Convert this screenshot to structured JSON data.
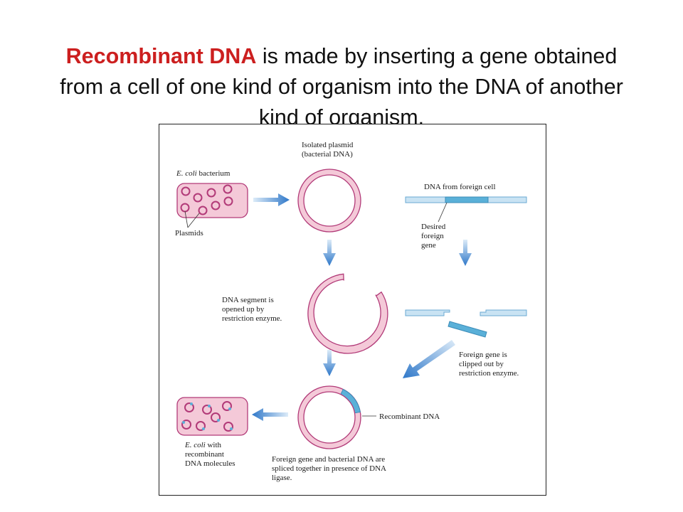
{
  "title": {
    "highlight": "Recombinant DNA",
    "rest": " is made by inserting a gene obtained from a cell of one kind of organism into the DNA of another kind of organism."
  },
  "figure": {
    "labels": {
      "ecoli_italic": "E. coli",
      "ecoli_rest": " bacterium",
      "plasmids": "Plasmids",
      "isolated_line1": "Isolated plasmid",
      "isolated_line2": "(bacterial DNA)",
      "foreign_dna": "DNA from foreign cell",
      "desired_line1": "Desired",
      "desired_line2": "foreign",
      "desired_line3": "gene",
      "opened_line1": "DNA segment is",
      "opened_line2": "opened up by",
      "opened_line3": "restriction enzyme.",
      "clipped_line1": "Foreign gene is",
      "clipped_line2": "clipped out by",
      "clipped_line3": "restriction enzyme.",
      "recombinant": "Recombinant DNA",
      "ecoli_with_italic": "E. coli",
      "ecoli_with_rest": " with",
      "recombinant_line2": "recombinant",
      "molecules_line3": "DNA molecules",
      "spliced_line1": "Foreign gene and bacterial DNA are",
      "spliced_line2": "spliced together in presence of DNA",
      "spliced_line3": "ligase."
    },
    "colors": {
      "title_highlight": "#cc1f1f",
      "plasmid_fill": "#f4c9d8",
      "plasmid_stroke": "#b23a78",
      "dna_light": "#c9e3f3",
      "dna_gene": "#5ab0d8",
      "arrow_blue": "#2f78c9"
    }
  }
}
